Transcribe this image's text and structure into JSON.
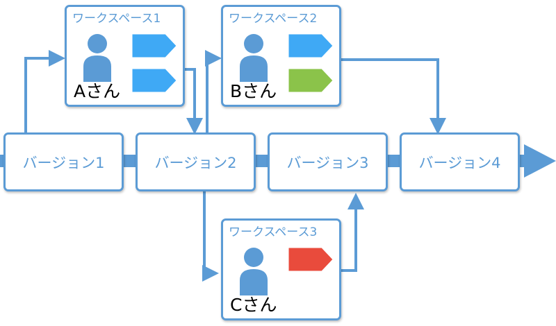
{
  "versions": [
    {
      "label": "バージョン1"
    },
    {
      "label": "バージョン2"
    },
    {
      "label": "バージョン3"
    },
    {
      "label": "バージョン4"
    }
  ],
  "workspaces": [
    {
      "title": "ワークスペース1",
      "user": "Aさん",
      "tags": [
        "blue",
        "blue"
      ]
    },
    {
      "title": "ワークスペース2",
      "user": "Bさん",
      "tags": [
        "blue",
        "green"
      ]
    },
    {
      "title": "ワークスペース3",
      "user": "Cさん",
      "tags": [
        "red"
      ]
    }
  ],
  "colors": {
    "accent": "#5b9bd5",
    "person": "#5b9bd5",
    "tag_blue": "#3fa9f5",
    "tag_green": "#8bc34a",
    "tag_red": "#e94b3c"
  }
}
